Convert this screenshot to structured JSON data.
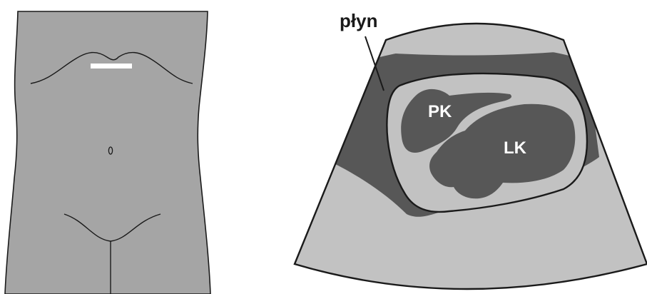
{
  "figure": {
    "label_fluid": "płyn",
    "label_right_ventricle": "PK",
    "label_left_ventricle": "LK"
  },
  "colors": {
    "body_fill": "#a5a5a5",
    "outline": "#1a1a1a",
    "probe_marker": "#ffffff",
    "scan_light": "#c2c2c2",
    "scan_dark": "#575757",
    "heart_wall": "#c2c2c2",
    "ventricle_fill": "#575757",
    "label_light": "#ffffff",
    "label_dark": "#1a1a1a"
  },
  "icons": {
    "torso": "torso-outline-icon",
    "probe": "probe-position-marker-icon",
    "scan": "ultrasound-sector-icon",
    "arrow": "pointer-arrow-icon"
  }
}
